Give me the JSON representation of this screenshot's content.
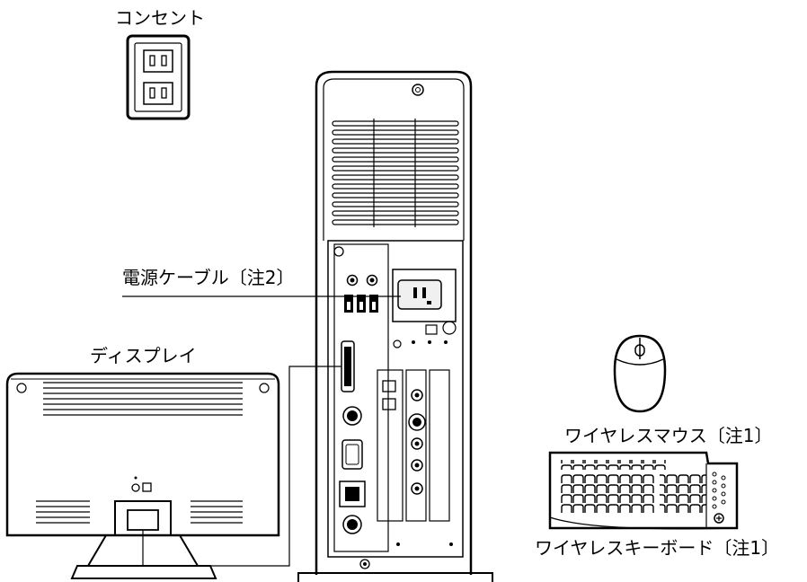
{
  "labels": {
    "outlet": "コンセント",
    "power_cable": "電源ケーブル〔注2〕",
    "display": "ディスプレイ",
    "wireless_mouse": "ワイヤレスマウス〔注1〕",
    "wireless_keyboard": "ワイヤレスキーボード〔注1〕"
  }
}
